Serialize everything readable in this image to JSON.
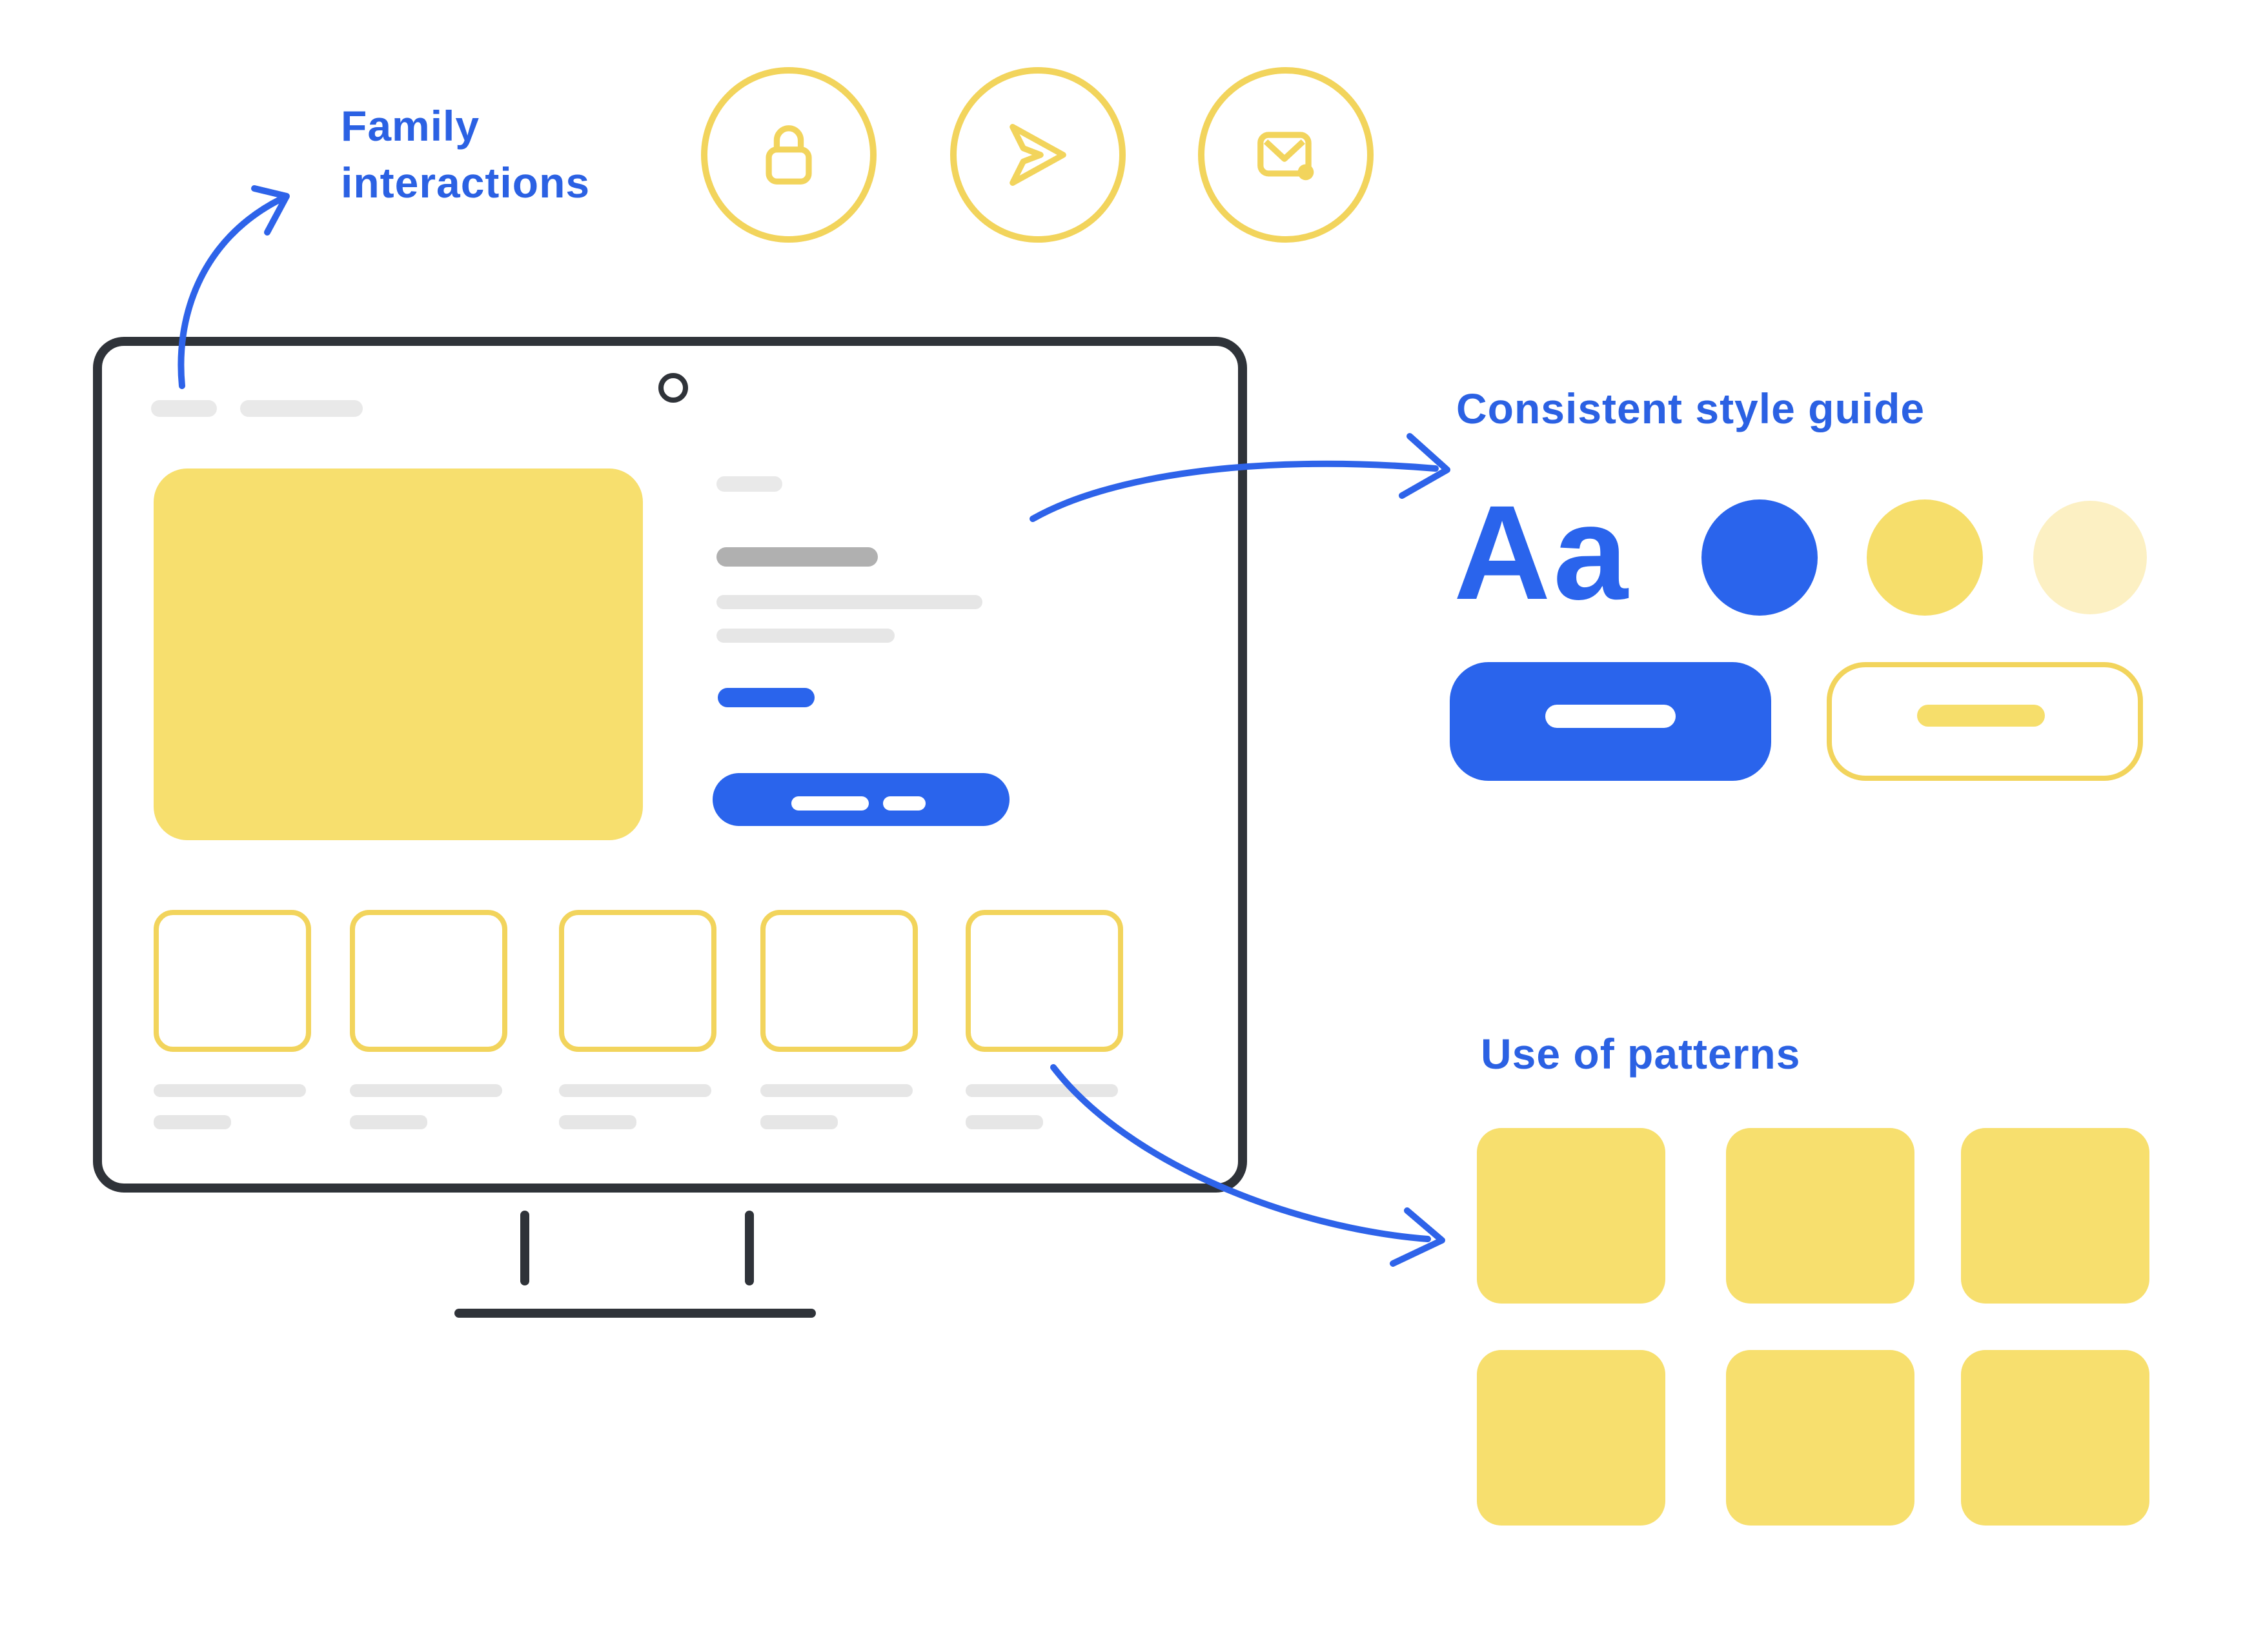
{
  "colors": {
    "blue": "#2A64EC",
    "blue_text": "#2B61E3",
    "arrow_blue": "#2E63E9",
    "yellow_fill": "#F7DF6E",
    "yellow_stroke": "#F2D45C",
    "yellow_deep": "#F6DE6B",
    "yellow_pale": "#FCF0C3",
    "frame_dark": "#2F3339",
    "gray_light": "#E9E9E9",
    "gray_lighter": "#E6E6E6",
    "gray_mid": "#B0B0B0"
  },
  "family_annotation": {
    "label": "Family interactions"
  },
  "feature_icons": {
    "items": [
      "lock",
      "send",
      "mail"
    ]
  },
  "style_guide": {
    "title": "Consistent style guide",
    "typography_sample": "Aa",
    "swatches": [
      "#2A64EC",
      "#F6DE6B",
      "#FCF0C3"
    ],
    "buttons": [
      "primary-filled-blue",
      "secondary-outline-yellow"
    ]
  },
  "patterns": {
    "title": "Use of patterns",
    "rows": 2,
    "cols": 3
  }
}
